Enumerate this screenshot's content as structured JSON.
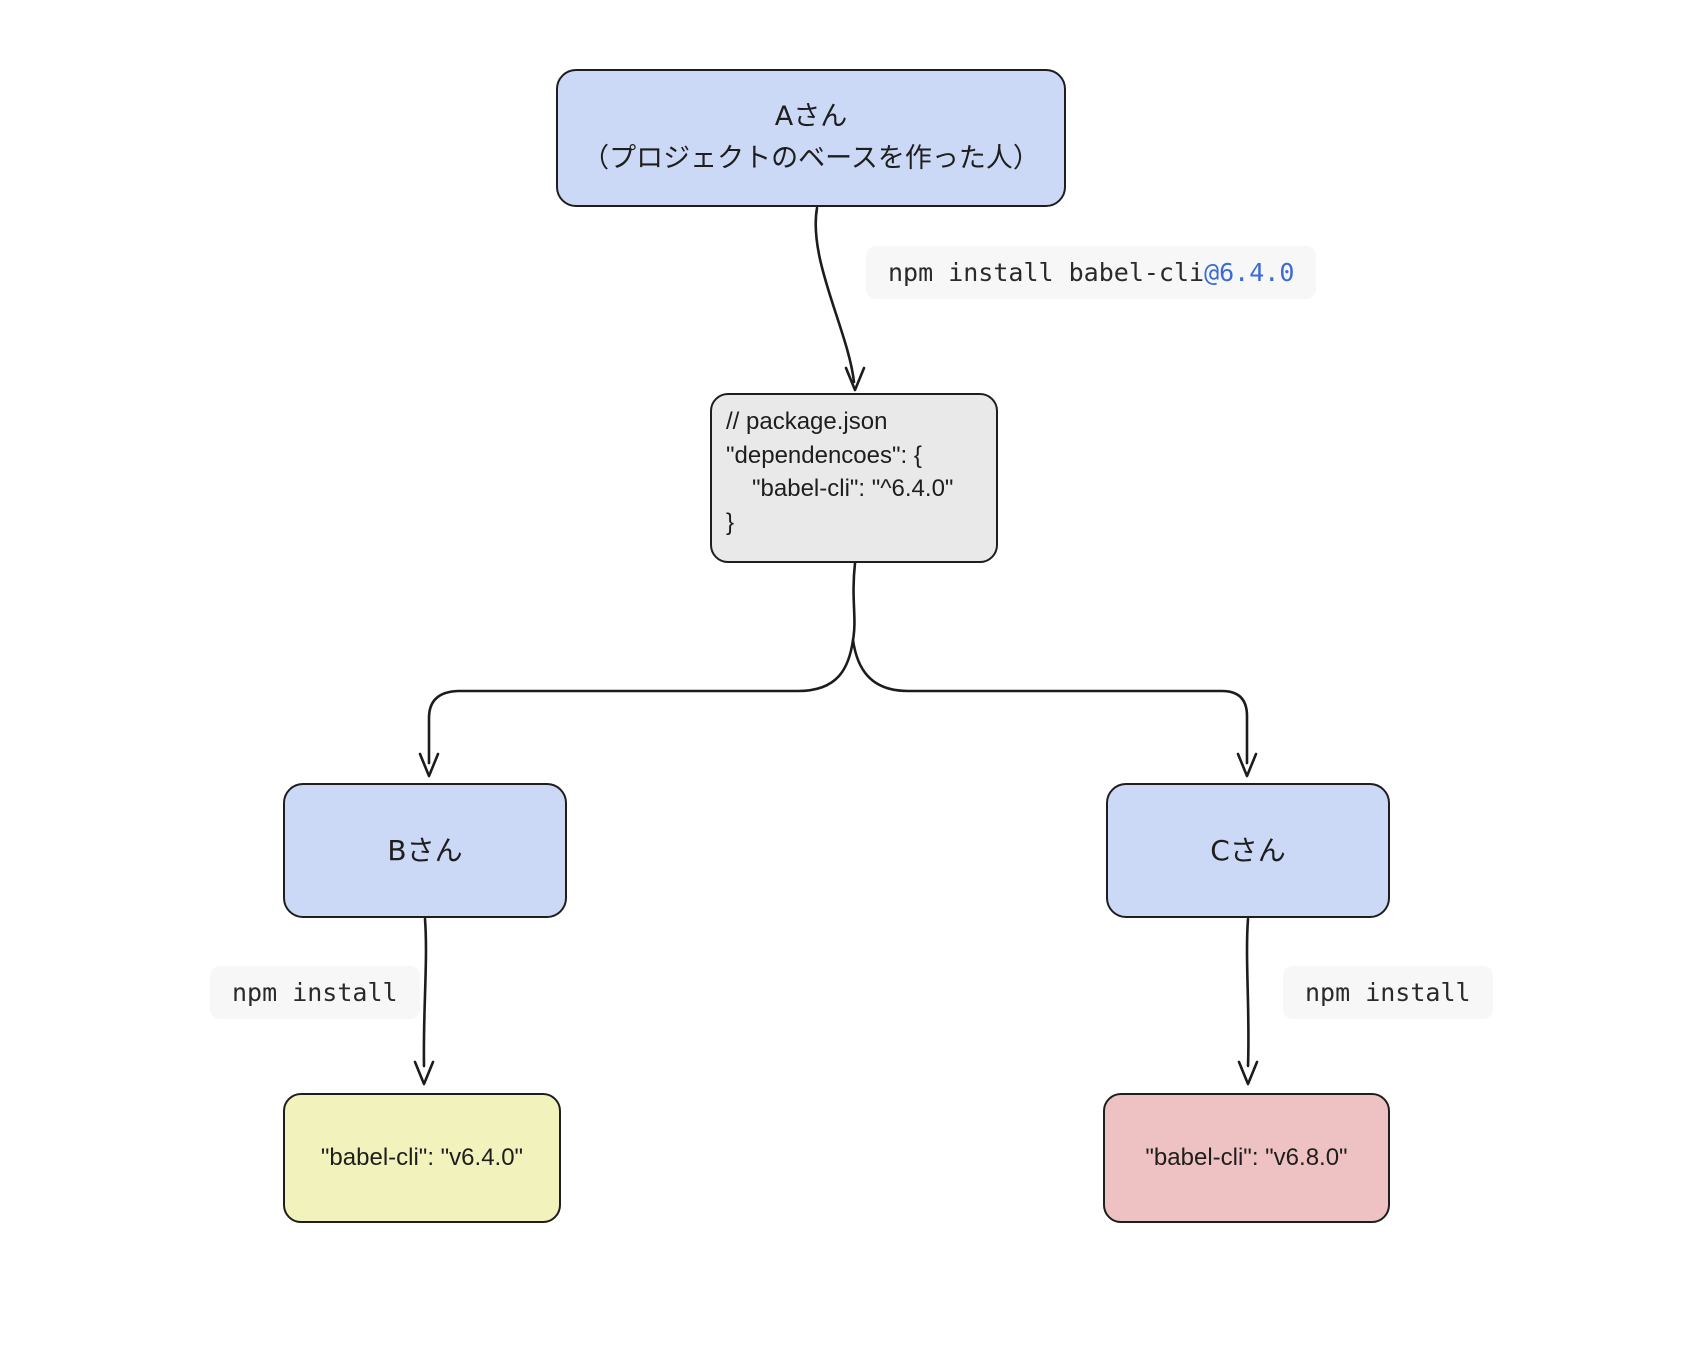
{
  "nodes": {
    "a": {
      "line1": "Aさん",
      "line2": "（プロジェクトのベースを作った人）"
    },
    "package_json": {
      "lines": [
        "// package.json",
        "\"dependencoes\": {",
        "\"babel-cli\": \"^6.4.0\"",
        "}"
      ]
    },
    "b": {
      "label": "Bさん"
    },
    "c": {
      "label": "Cさん"
    },
    "result_b": {
      "label": "\"babel-cli\": \"v6.4.0\""
    },
    "result_c": {
      "label": "\"babel-cli\": \"v6.8.0\""
    }
  },
  "edges": {
    "a_to_package": {
      "label_code": "npm install babel-cli",
      "label_version": "@6.4.0"
    },
    "b_to_result": {
      "label": "npm install"
    },
    "c_to_result": {
      "label": "npm install"
    }
  },
  "colors": {
    "person_node_fill": "#ccd9f6",
    "package_node_fill": "#e9e9e9",
    "result_b_fill": "#f2f2bc",
    "result_c_fill": "#eec2c2",
    "edge_stroke": "#1c1c1c",
    "node_border": "#1e1e1e",
    "version_text": "#3b6bd6",
    "edge_label_bg": "#f7f7f7"
  }
}
